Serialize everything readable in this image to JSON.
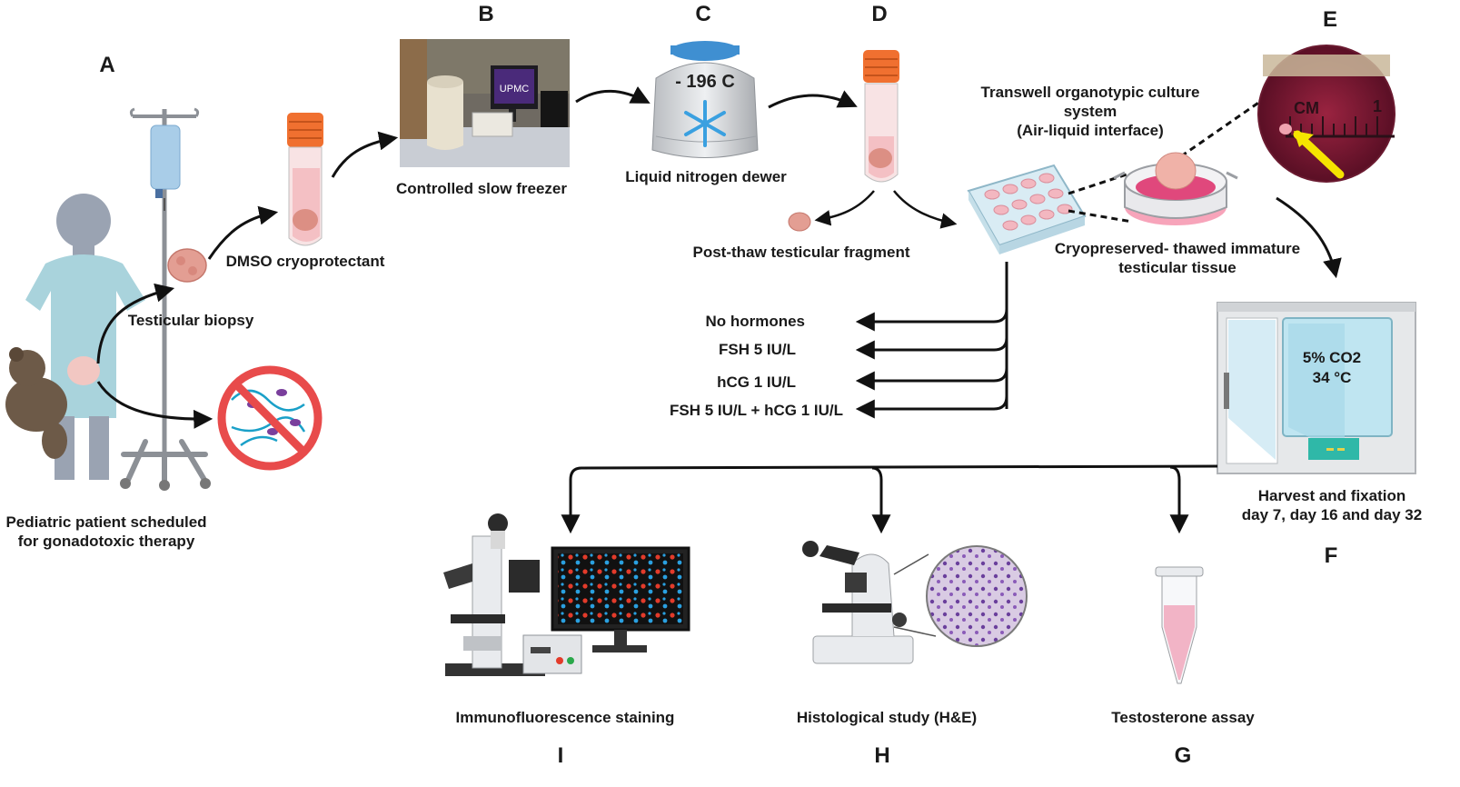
{
  "panels": {
    "A": "A",
    "B": "B",
    "C": "C",
    "D": "D",
    "E": "E",
    "F": "F",
    "G": "G",
    "H": "H",
    "I": "I"
  },
  "labels": {
    "patient": "Pediatric patient scheduled\nfor gonadotoxic therapy",
    "biopsy": "Testicular biopsy",
    "dmso": "DMSO cryoprotectant",
    "freezer": "Controlled slow freezer",
    "dewar": "Liquid nitrogen dewer",
    "dewar_temp": "- 196 C",
    "post_thaw": "Post-thaw testicular fragment",
    "transwell": "Transwell organotypic culture\nsystem\n(Air-liquid interface)",
    "cryo_tissue": "Cryopreserved- thawed immature\ntesticular tissue",
    "harvest": "Harvest and fixation\nday 7, day 16 and day 32",
    "incubator_line1": "5% CO2",
    "incubator_line2": "34 °C",
    "ruler": "CM",
    "ruler_mark": "1",
    "monitor_brand": "UPMC",
    "if_staining": "Immunofluorescence staining",
    "histology": "Histological study (H&E)",
    "testosterone": "Testosterone assay"
  },
  "treatments": [
    "No hormones",
    "FSH 5 IU/L",
    "hCG 1 IU/L",
    "FSH 5 IU/L + hCG 1 IU/L"
  ],
  "colors": {
    "arrow": "#111111",
    "cap_orange": "#f07030",
    "tissue_pink": "#e8a49a",
    "tube_pink": "#f4c9cc",
    "no_sign_red": "#e84b4b",
    "dewar_cap_blue": "#3f8fd1",
    "snowflake_blue": "#3aa0e0",
    "incubator_teal": "#2fb8a8",
    "yellow_arrow": "#f5e400"
  }
}
